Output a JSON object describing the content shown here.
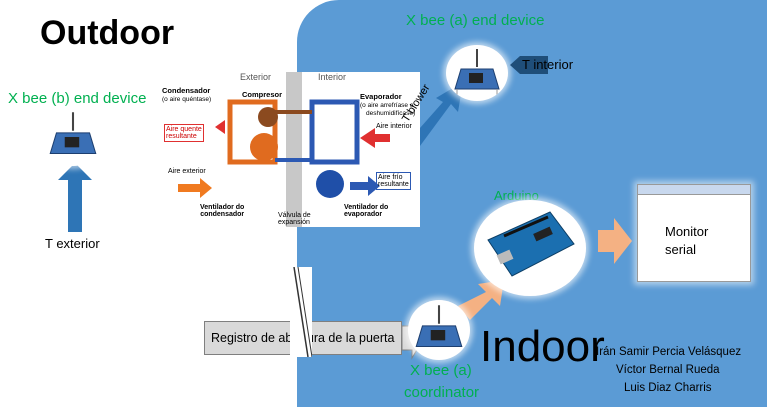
{
  "titles": {
    "outdoor": "Outdoor",
    "indoor": "Indoor"
  },
  "devices": {
    "xbee_a_end": "X bee (a) end device",
    "xbee_b_end": "X bee (b) end device",
    "arduino": "Arduino",
    "xbee_coordinator_line1": "X bee (a)",
    "xbee_coordinator_line2": "coordinator"
  },
  "labels": {
    "t_interior": "T interior",
    "t_exterior": "T exterior",
    "t_blower": "T blower",
    "door_log": "Registro de abertura de la puerta",
    "monitor_line1": "Monitor",
    "monitor_line2": "serial"
  },
  "hvac": {
    "exterior": "Exterior",
    "interior": "Interior",
    "condensador": "Condensador",
    "condensador_sub": "(o aire quéntase)",
    "compresor": "Compresor",
    "evaporador": "Evaporador",
    "evaporador_sub1": "(o aire arrefríase e",
    "evaporador_sub2": "deshumidifícase)",
    "aire_quente1": "Aire quente",
    "aire_quente2": "resultante",
    "aire_exterior": "Aire exterior",
    "aire_interior": "Aire interior",
    "aire_frio1": "Aire frío",
    "aire_frio2": "resultante",
    "vent_cond1": "Ventilador do",
    "vent_cond2": "condensador",
    "valvula1": "Válvula de",
    "valvula2": "expansión",
    "vent_evap1": "Ventilador do",
    "vent_evap2": "evaporador"
  },
  "authors": [
    "Irán Samir Percia Velásquez",
    "Víctor Bernal Rueda",
    "Luis Diaz Charris"
  ],
  "colors": {
    "indoor_bg": "#5b9bd5",
    "arrow_blue": "#2e75b6",
    "arrow_orange": "#f4b183",
    "label_green": "#00b050"
  },
  "icons": [
    "xbee-module-icon",
    "arduino-board-icon",
    "antenna-icon"
  ]
}
